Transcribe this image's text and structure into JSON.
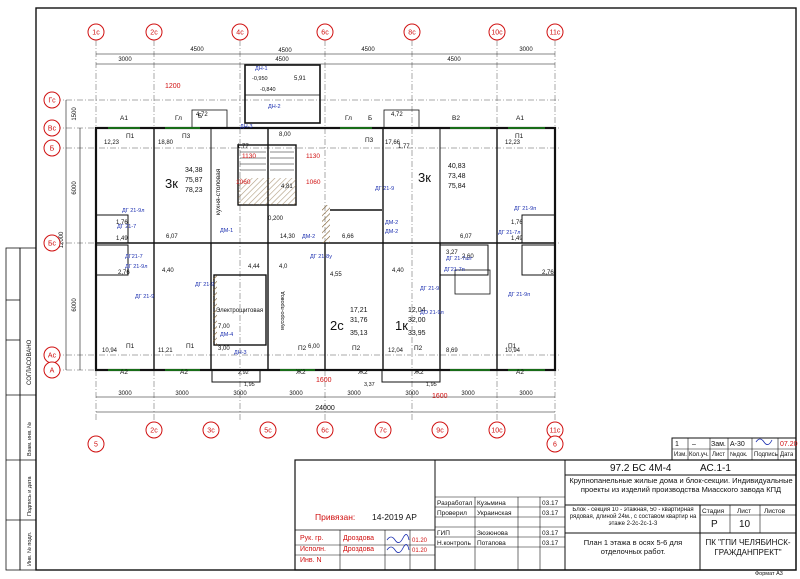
{
  "axes_top": [
    "1c",
    "2c",
    "4c",
    "6c",
    "8c",
    "10c",
    "11c"
  ],
  "axes_bottom": [
    "5",
    "2c",
    "3c",
    "5c",
    "6c",
    "7c",
    "9c",
    "10c",
    "11c",
    "6"
  ],
  "axes_left": [
    "Гс",
    "Вс",
    "Б",
    "Бс",
    "Ас",
    "А"
  ],
  "dims_top": [
    "3000",
    "4500",
    "4500",
    "4500",
    "4500",
    "3000"
  ],
  "dims_top_small": [
    "4500"
  ],
  "dims_bottom": [
    "3000",
    "3000",
    "3000",
    "3000",
    "3000",
    "3000",
    "3000",
    "3000"
  ],
  "dim_total": "24000",
  "dims_left": [
    "1500",
    "6000",
    "6000",
    "12000"
  ],
  "offsets": {
    "o1200": "1200",
    "o1600": "1600"
  },
  "rooms": {
    "r1": {
      "text": "3к",
      "a": "34,38",
      "b": "75,87",
      "c": "78,23"
    },
    "r2": {
      "text": "3к",
      "a": "40,83",
      "b": "73,48",
      "c": "75,84"
    },
    "r3": {
      "text": "2с",
      "a": "17,21",
      "b": "31,76",
      "c": "35,13"
    },
    "r4": {
      "text": "1к",
      "a": "12,04",
      "b": "32,00",
      "c": "33,95"
    },
    "kitchen_label": "кухня-столовая",
    "electro": "Электрощитовая",
    "mdt": "мусоро-провод",
    "areas": [
      "12,23",
      "18,80",
      "17,66",
      "12,23",
      "6,07",
      "6,07",
      "2,76",
      "4,40",
      "4,44",
      "4,55",
      "4,40",
      "2,76",
      "10,94",
      "11,21",
      "12,04",
      "8,69",
      "10,94",
      "7,00",
      "3,00",
      "6,00",
      "4,81",
      "8,00",
      "14,30",
      "6,66",
      "2,60",
      "3,27",
      "1,76",
      "1,49",
      "1,76",
      "1,49",
      "1,77",
      "1,77",
      "4,72",
      "4,72",
      "0,200",
      "5,91",
      "4,0"
    ],
    "levels": [
      "-0,950",
      "-0,840",
      "1,95",
      "1,95",
      "3,37",
      "2,92"
    ],
    "marks": [
      "П1",
      "П3",
      "П3",
      "П1",
      "П1",
      "П1",
      "П2",
      "П2",
      "П2",
      "П1",
      "А1",
      "В2",
      "А1",
      "А2",
      "А2",
      "А2",
      "Ж2",
      "Ж2",
      "Ж2",
      "Б",
      "Б",
      "Гл",
      "Гл",
      "1130",
      "1130",
      "1060",
      "1060"
    ],
    "doors": [
      "ДГ 21-9л",
      "ДГ 21-9",
      "ДГ 21-9",
      "ДГ 21-9п",
      "ДГ 21-7",
      "ДГ 21-7л",
      "ДГ 21-9",
      "ДГ 21-9",
      "ДГ 21-9л",
      "ДГ 21-9п",
      "ДГ 21-8у",
      "ДН-1",
      "ДН-2",
      "ДН-3",
      "ДН-3",
      "ДМ-1",
      "ДМ-2",
      "ДМ-2",
      "ДМ-2",
      "ДМ-4",
      "ДГ21-7п",
      "ДГ21-7",
      "ДО 21-9л",
      "ДГ 21-7шт"
    ]
  },
  "side_stamp": [
    "СОГЛАСОВАНО",
    "Взам. инв. №",
    "Подпись и дата",
    "Инв. № подл."
  ],
  "title_block": {
    "changes": {
      "num": "1",
      "dash": "–",
      "zam": "Зам.",
      "sheet": "А-30",
      "date": "07.20",
      "col1": "Изм.",
      "col2": "Кол.уч.",
      "col3": "Лист",
      "col4": "№док.",
      "col5": "Подпись",
      "col6": "Дата"
    },
    "code": "97.2 БС 4М-4",
    "sheet_code": "АС.1-1",
    "project": "Крупнопанельные жилые дома и блок-секции. Индивидуальные проекты из изделий производства Миасского завода КПД",
    "object": "Блок - секция 10 - этажная, 50 - квартирная рядовая, длиной 24м., с составом квартир на этаже 2-2с-2с-1-3",
    "sheet_title": "План 1 этажа в осях 5-6 для отделочных работ.",
    "company": "ПК \"ГПИ ЧЕЛЯБИНСК-ГРАЖДАНПРЕКТ\"",
    "format": "Формат А3",
    "stage_h": "Стадия",
    "list_h": "Лист",
    "lists_h": "Листов",
    "stage": "Р",
    "list": "10",
    "lists": "",
    "binding_label": "Привязан:",
    "binding_val": "14-2019 АР",
    "people": [
      {
        "role": "Разработал",
        "name": "Кузьмина",
        "date": "03.17"
      },
      {
        "role": "Проверил",
        "name": "Украинская",
        "date": "03.17"
      },
      {
        "role": "",
        "name": "",
        "date": ""
      },
      {
        "role": "ГИП",
        "name": "Зюзюнова",
        "date": "03.17"
      },
      {
        "role": "Н.контроль",
        "name": "Потапова",
        "date": "03.17"
      }
    ],
    "left_rows": [
      {
        "role": "Рук. гр.",
        "name": "Дроздова",
        "date": "01.20"
      },
      {
        "role": "Исполн.",
        "name": "Дроздова",
        "date": "01.20"
      },
      {
        "role": "Инв. N",
        "name": "",
        "date": ""
      }
    ]
  },
  "colors": {
    "line": "#111111",
    "red": "#d01010",
    "green": "#1a8a1a",
    "blue": "#1c2fb0",
    "hatch": "#7a5a2a"
  }
}
